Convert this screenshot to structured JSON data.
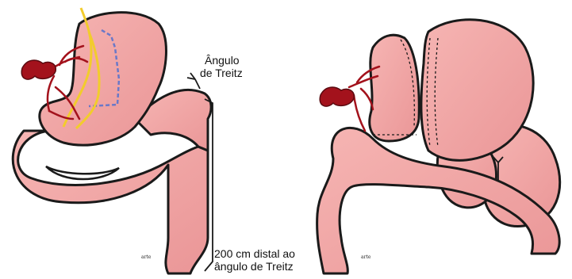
{
  "left_panel": {
    "label_treitz_line1": "Ângulo",
    "label_treitz_line2": "de Treitz",
    "label_distal_line1": "200 cm distal ao",
    "label_distal_line2": "ângulo de Treitz",
    "signature": "arte"
  },
  "right_panel": {
    "signature": "arte"
  },
  "colors": {
    "tissue": "#f2a6a6",
    "tissue_shadow": "#e08a8c",
    "outline": "#1a1a1a",
    "vessel": "#a3121c",
    "nerve": "#f2cc2c",
    "cut_line": "#6a78c8"
  }
}
